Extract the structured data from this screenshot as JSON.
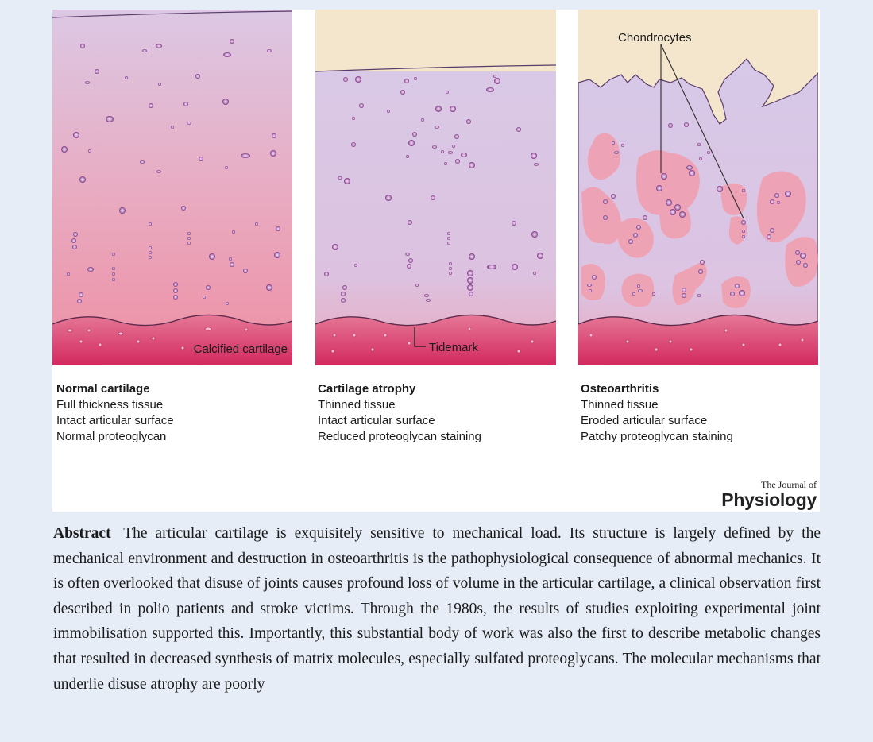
{
  "figure": {
    "panel_labels": {
      "calcified": "Calcified cartilage",
      "tidemark": "Tidemark",
      "chondrocytes": "Chondrocytes"
    },
    "captions": [
      {
        "title": "Normal cartilage",
        "lines": [
          "Full thickness tissue",
          "Intact articular surface",
          "Normal proteoglycan"
        ]
      },
      {
        "title": "Cartilage atrophy",
        "lines": [
          "Thinned tissue",
          "Intact articular surface",
          "Reduced proteoglycan staining"
        ]
      },
      {
        "title": "Osteoarthritis",
        "lines": [
          "Thinned tissue",
          "Eroded articular surface",
          "Patchy proteoglycan staining"
        ]
      }
    ],
    "journal": {
      "small": "The Journal of",
      "big": "Physiology"
    },
    "colors": {
      "space": "#f3e6cc",
      "matrix_top": "#dcc8e4",
      "matrix_bottom": "#e88fa6",
      "calcified": "#d9336a",
      "cell": "#8a3a8c",
      "patch": "#f0a0b0",
      "figure_bg": "#e6edf7"
    }
  },
  "abstract": {
    "heading": "Abstract",
    "text": "The articular cartilage is exquisitely sensitive to mechanical load. Its structure is largely defined by the mechanical environment and destruction in osteoarthritis is the pathophysiological consequence of abnormal mechanics. It is often overlooked that disuse of joints causes profound loss of volume in the articular cartilage, a clinical observation first described in polio patients and stroke victims. Through the 1980s, the results of studies exploiting experimental joint immobilisation supported this. Importantly, this substantial body of work was also the first to describe metabolic changes that resulted in decreased synthesis of matrix molecules, especially sulfated proteoglycans. The molecular mechanisms that underlie disuse atrophy are poorly"
  }
}
